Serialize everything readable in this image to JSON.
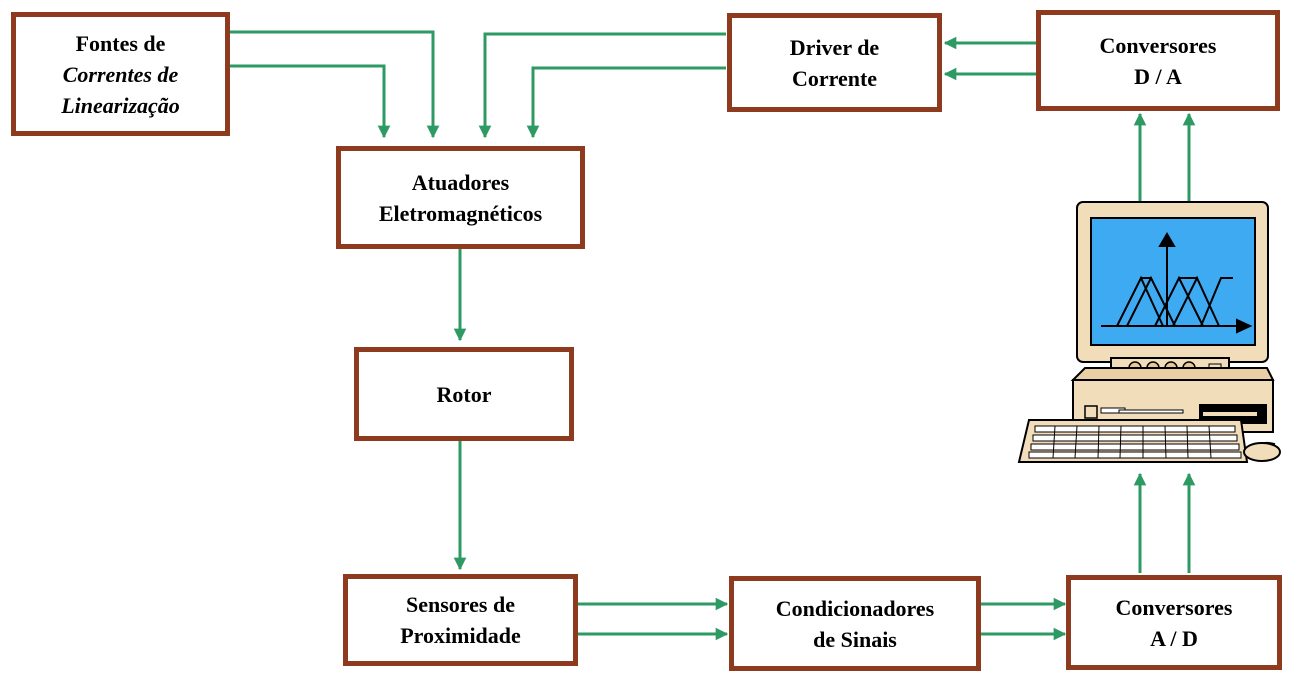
{
  "diagram": {
    "boxes": {
      "fontes": {
        "line1": "Fontes de",
        "line2": "Correntes de",
        "line3": "Linearização"
      },
      "driver": {
        "line1": "Driver de",
        "line2": "Corrente"
      },
      "conversores_da": {
        "line1": "Conversores",
        "line2": "D / A"
      },
      "atuadores": {
        "line1": "Atuadores",
        "line2": "Eletromagnéticos"
      },
      "rotor": {
        "line1": "Rotor"
      },
      "sensores": {
        "line1": "Sensores de",
        "line2": "Proximidade"
      },
      "condicionadores": {
        "line1": "Condicionadores",
        "line2": "de Sinais"
      },
      "conversores_ad": {
        "line1": "Conversores",
        "line2": "A / D"
      }
    },
    "colors": {
      "box_border": "#8e3a1e",
      "arrow": "#2e9a63",
      "screen": "#3eaaf2",
      "computer_body": "#f2ddba"
    },
    "icons": [
      "computer-icon",
      "keyboard-icon",
      "mouse-icon",
      "fuzzy-membership-chart-icon"
    ]
  }
}
